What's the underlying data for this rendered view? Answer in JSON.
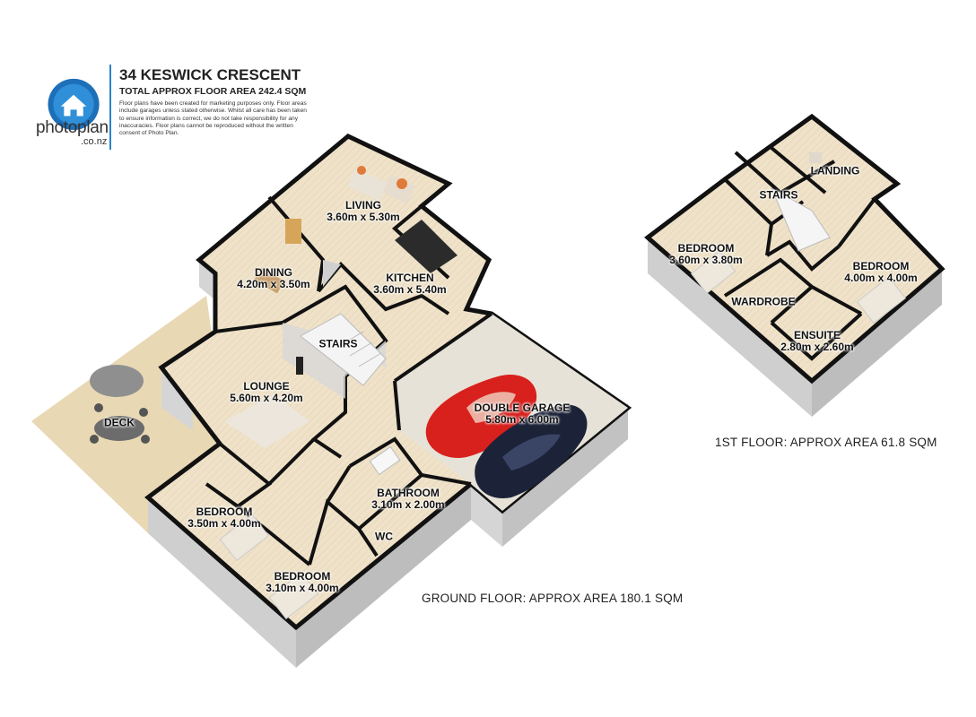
{
  "header": {
    "brand": "photoplan",
    "brand_sub": ".co.nz",
    "title": "34 KESWICK CRESCENT",
    "subtitle": "TOTAL APPROX FLOOR AREA 242.4 SQM",
    "disclaimer": "Floor plans have been created for marketing purposes only. Floor areas include garages unless stated otherwise. Whilst all care has been taken to ensure information is correct, we do not take responsibility for any inaccuracies. Floor plans cannot be reproduced without the written consent of Photo Plan.",
    "logo_icon": "house-globe-icon",
    "accent_color": "#2a83c9"
  },
  "ground_floor": {
    "caption": "GROUND FLOOR: APPROX AREA 180.1 SQM",
    "rooms": [
      {
        "name": "LIVING",
        "size": "3.60m x 5.30m"
      },
      {
        "name": "DINING",
        "size": "4.20m x 3.50m"
      },
      {
        "name": "KITCHEN",
        "size": "3.60m x 5.40m"
      },
      {
        "name": "STAIRS",
        "size": ""
      },
      {
        "name": "LOUNGE",
        "size": "5.60m x 4.20m"
      },
      {
        "name": "DECK",
        "size": ""
      },
      {
        "name": "DOUBLE GARAGE",
        "size": "5.80m x 6.00m"
      },
      {
        "name": "BATHROOM",
        "size": "3.10m x 2.00m"
      },
      {
        "name": "BEDROOM",
        "size": "3.50m x 4.00m"
      },
      {
        "name": "WC",
        "size": ""
      },
      {
        "name": "BEDROOM",
        "size": "3.10m x 4.00m"
      }
    ]
  },
  "first_floor": {
    "caption": "1ST FLOOR: APPROX AREA 61.8 SQM",
    "rooms": [
      {
        "name": "LANDING",
        "size": ""
      },
      {
        "name": "STAIRS",
        "size": ""
      },
      {
        "name": "BEDROOM",
        "size": "3.60m x 3.80m"
      },
      {
        "name": "BEDROOM",
        "size": "4.00m x 4.00m"
      },
      {
        "name": "WARDROBE",
        "size": ""
      },
      {
        "name": "ENSUITE",
        "size": "2.80m x 2.60m"
      }
    ]
  },
  "colors": {
    "floor": "#efe2c9",
    "deck": "#e9d8b4",
    "wall_top": "#111111",
    "wall_side": "#c9c9c9",
    "car_red": "#d8201c",
    "car_dark": "#1c2338"
  }
}
